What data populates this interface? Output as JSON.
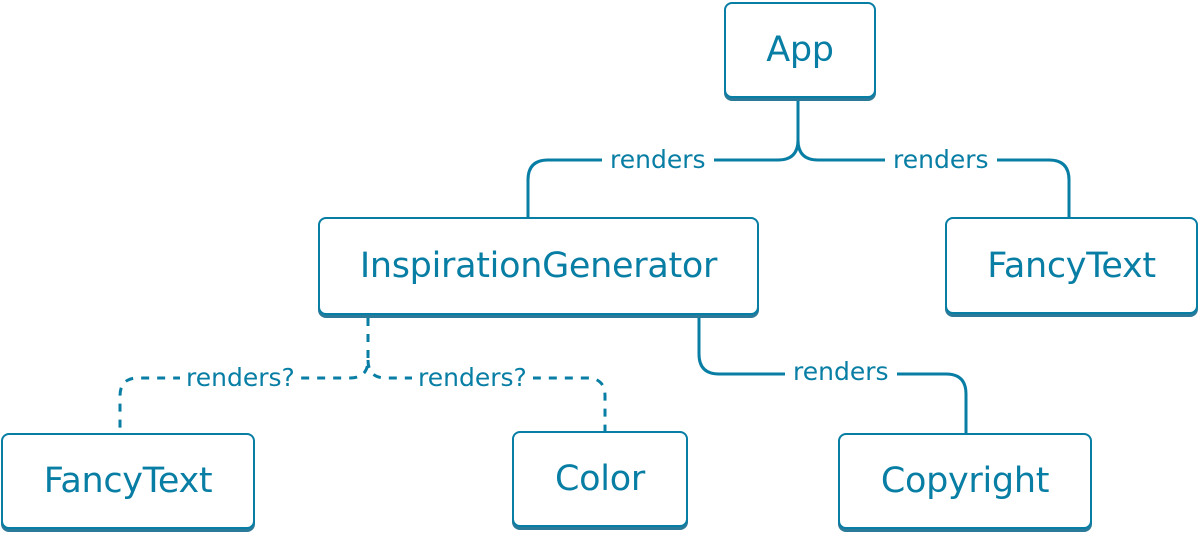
{
  "nodes": {
    "app": "App",
    "inspiration_generator": "InspirationGenerator",
    "fancy_text_top": "FancyText",
    "fancy_text_bottom": "FancyText",
    "color": "Color",
    "copyright": "Copyright"
  },
  "edges": {
    "app_to_inspiration": "renders",
    "app_to_fancy_text": "renders",
    "inspiration_to_fancy_text": "renders?",
    "inspiration_to_color": "renders?",
    "inspiration_to_copyright": "renders"
  },
  "colors": {
    "accent": "#087ea4",
    "shadow": "#2b7a9a",
    "background": "#ffffff"
  }
}
